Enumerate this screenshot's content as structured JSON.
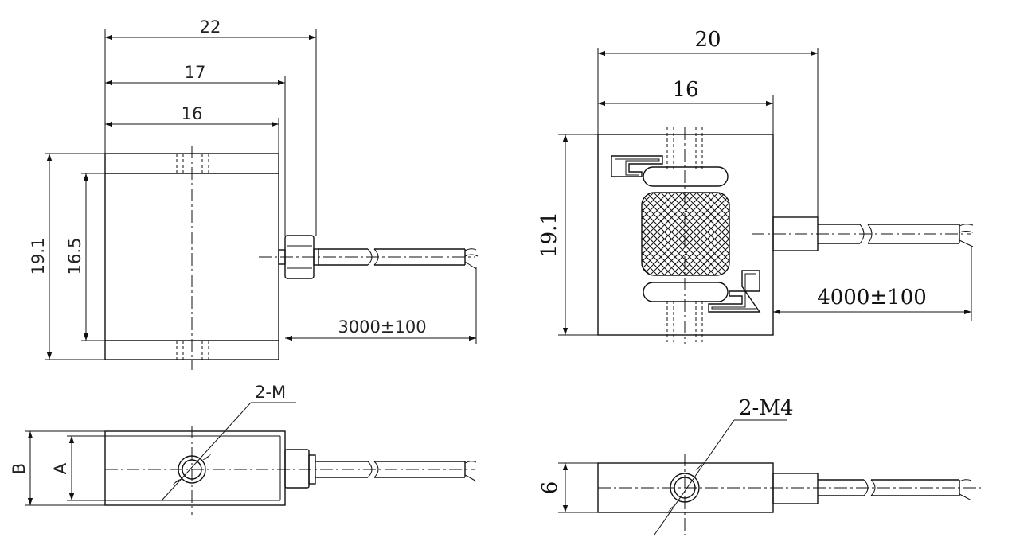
{
  "left_view": {
    "top": {
      "dim_width_overall": "22",
      "dim_width_mid": "17",
      "dim_width_body": "16",
      "dim_height_overall": "19.1",
      "dim_height_body": "16.5",
      "dim_cable_length": "3000±100"
    },
    "bottom": {
      "thread_label": "2-M",
      "dim_B": "B",
      "dim_A": "A"
    }
  },
  "right_view": {
    "top": {
      "dim_width_overall": "20",
      "dim_width_body": "16",
      "dim_height": "19.1",
      "dim_cable_length": "4000±100"
    },
    "bottom": {
      "thread_label": "2-M4",
      "dim_thickness": "6"
    }
  },
  "colors": {
    "line": "#111111",
    "background": "#ffffff"
  }
}
